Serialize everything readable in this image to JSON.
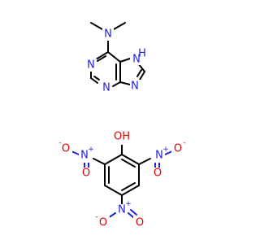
{
  "molecules": [
    {
      "atoms": [
        {
          "id": "N6",
          "label": "N",
          "element": "N"
        },
        {
          "id": "NH",
          "label": "N",
          "h_label": "H",
          "element": "N"
        },
        {
          "id": "N1",
          "label": "N",
          "element": "N"
        },
        {
          "id": "N3",
          "label": "N",
          "element": "N"
        },
        {
          "id": "N9",
          "label": "N",
          "element": "N"
        }
      ]
    },
    {
      "atoms": [
        {
          "id": "OH",
          "label": "OH",
          "element": "O"
        },
        {
          "id": "NL",
          "label": "N",
          "charge": "+",
          "element": "N"
        },
        {
          "id": "OL",
          "label": "O",
          "charge": "-",
          "element": "O"
        },
        {
          "id": "OL2",
          "label": "O",
          "element": "O"
        },
        {
          "id": "NR",
          "label": "N",
          "charge": "+",
          "element": "N"
        },
        {
          "id": "OR",
          "label": "O",
          "charge": "-",
          "element": "O"
        },
        {
          "id": "OR2",
          "label": "O",
          "element": "O"
        },
        {
          "id": "NB",
          "label": "N",
          "charge": "+",
          "element": "N"
        },
        {
          "id": "OB",
          "label": "O",
          "charge": "-",
          "element": "O"
        },
        {
          "id": "OB2",
          "label": "O",
          "element": "O"
        }
      ]
    }
  ],
  "colors": {
    "carbon_bond": "#000000",
    "nitrogen": "#1f1fe0",
    "oxygen": "#e00000",
    "background": "#ffffff"
  }
}
